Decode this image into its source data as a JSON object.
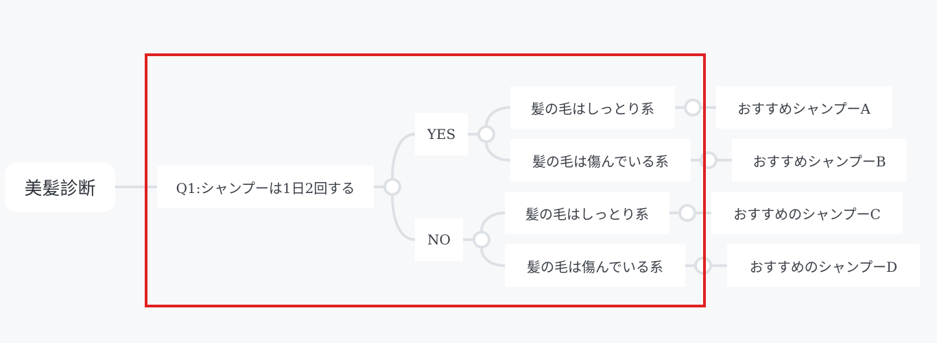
{
  "mindmap": {
    "root": "美髪診断",
    "question": "Q1:シャンプーは1日2回する",
    "yes": {
      "label": "YES",
      "options": [
        "髪の毛はしっとり系",
        "髪の毛は傷んでいる系"
      ],
      "results": [
        "おすすめシャンプーA",
        "おすすめシャンプーB"
      ]
    },
    "no": {
      "label": "NO",
      "options": [
        "髪の毛はしっとり系",
        "髪の毛は傷んでいる系"
      ],
      "results": [
        "おすすめのシャンプーC",
        "おすすめのシャンプーD"
      ]
    }
  },
  "colors": {
    "connector": "#dde1e6",
    "highlight": "#e02020",
    "background": "#f7f8fa",
    "node": "#ffffff"
  }
}
